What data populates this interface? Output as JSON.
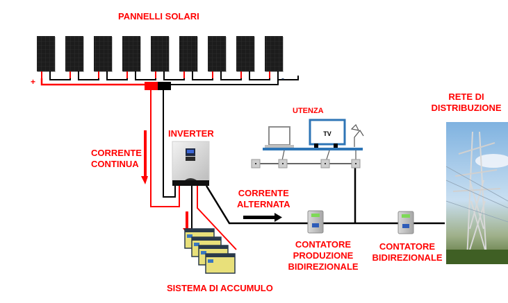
{
  "diagram": {
    "title": "PANNELLI SOLARI",
    "panel_count": 9,
    "polarity": {
      "positive": "+",
      "negative": "-"
    },
    "labels": {
      "dc_current": [
        "CORRENTE",
        "CONTINUA"
      ],
      "inverter": "INVERTER",
      "utenza": "UTENZA",
      "tv": "TV",
      "ac_current": [
        "CORRENTE",
        "ALTERNATA"
      ],
      "production_meter": [
        "CONTATORE",
        "PRODUZIONE",
        "BIDIREZIONALE"
      ],
      "bidirectional_meter": [
        "CONTATORE",
        "BIDIREZIONALE"
      ],
      "grid": [
        "RETE DI",
        "DISTRIBUZIONE"
      ],
      "storage": "SISTEMA DI ACCUMULO"
    },
    "battery_count": 4,
    "colors": {
      "label": "#ff0000",
      "positive_wire": "#ff0000",
      "negative_wire": "#000000",
      "appliance_blue": "#2e75b6",
      "panel": "#1a1a1a"
    }
  }
}
